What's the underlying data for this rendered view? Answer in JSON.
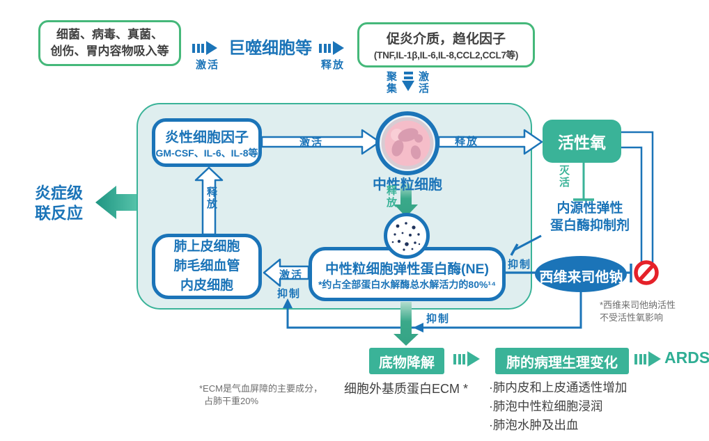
{
  "top_flow": {
    "trigger_box": {
      "line1": "细菌、病毒、真菌、",
      "line2": "创伤、胃内容物吸入等"
    },
    "activate_label": "激活",
    "macrophage_label": "巨噬细胞等",
    "release_label": "释放",
    "mediator_box": {
      "line1": "促炎介质，趋化因子",
      "line2": "(TNF,IL-1β,IL-6,IL-8,CCL2,CCL7等)"
    },
    "gather_label": "聚集",
    "activate2_label": "激活"
  },
  "cascade": {
    "line1": "炎症级",
    "line2": "联反应"
  },
  "container": {
    "cytokine_box": {
      "line1": "炎性细胞因子",
      "line2": "GM-CSF、IL-6、IL-8等"
    },
    "activate_arrow_label": "激活",
    "neutrophil_label": "中性粒细胞",
    "release_right_label": "释放",
    "release_down_label": "释放",
    "release_up_label": "释放",
    "ne_box": {
      "line1": "中性粒细胞弹性蛋白酶(NE)",
      "line2": "*约占全部蛋白水解酶总水解活力的80%¹⁴"
    },
    "lung_box": {
      "line1": "肺上皮细胞",
      "line2": "肺毛细血管",
      "line3": "内皮细胞"
    },
    "activate_left_label": "激活",
    "inhibit_left_label": "抑制"
  },
  "right_side": {
    "ros_label": "活性氧",
    "inactivate_label": "灭活",
    "endogenous": {
      "line1": "内源性弹性",
      "line2": "蛋白酶抑制剂"
    },
    "inhibit_ne_label": "抑制",
    "sivelestat_label": "西维来司他钠",
    "footnote": {
      "line1": "*西维来司他纳活性",
      "line2": "不受活性氧影响"
    }
  },
  "bottom_flow": {
    "inhibit_label": "抑制",
    "substrate_box": "底物降解",
    "patho_box": "肺的病理生理变化",
    "ards_label": "ARDS",
    "ecm_label": "细胞外基质蛋白ECM *",
    "patho_bullets": [
      "·肺内皮和上皮通透性增加",
      "·肺泡中性粒细胞浸润",
      "·肺泡水肿及出血"
    ],
    "ecm_footnote": {
      "line1": "*ECM是气血屏障的主要成分，",
      "line2": "占肺干重20%"
    }
  },
  "colors": {
    "primary_blue": "#1b74b8",
    "teal": "#3ab398",
    "container_bg": "#dfeeef",
    "green_border": "#45b87a",
    "prohibit_red": "#e52129",
    "dark_text": "#404040",
    "gray_text": "#6e6e6e"
  }
}
